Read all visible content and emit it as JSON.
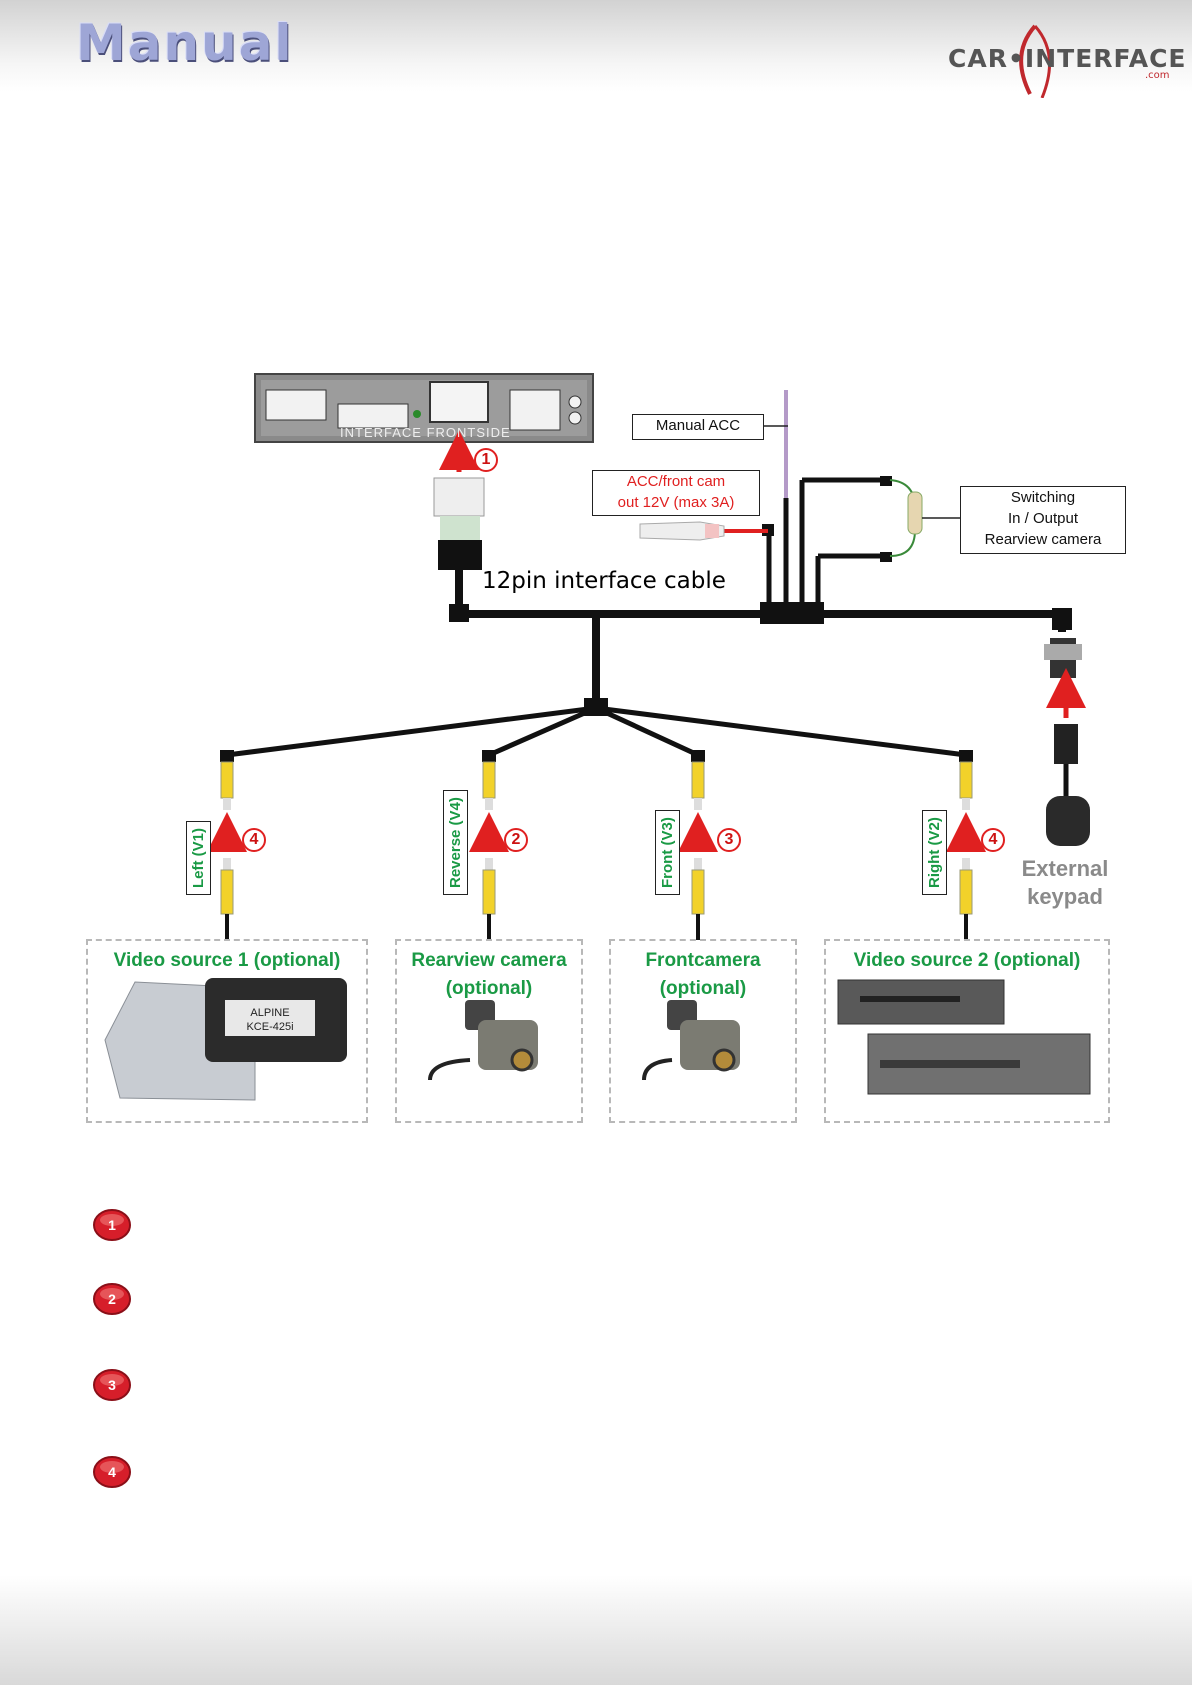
{
  "header": {
    "title": "Manual",
    "brand": "CAR•INTERFACE",
    "brand_suffix": ".com"
  },
  "interface_unit": {
    "front_label": "INTERFACE FRONTSIDE"
  },
  "cable": {
    "label": "12pin interface cable"
  },
  "boxes": {
    "manual_acc": "Manual ACC",
    "acc_line1": "ACC/front cam",
    "acc_line2": "out  12V (max 3A)",
    "switch_line1": "Switching",
    "switch_line2": "In / Output",
    "switch_line3": "Rearview camera"
  },
  "channels": [
    {
      "label": "Left (V1)",
      "badge": "4"
    },
    {
      "label": "Reverse (V4)",
      "badge": "2"
    },
    {
      "label": "Front  (V3)",
      "badge": "3"
    },
    {
      "label": "Right  (V2)",
      "badge": "4"
    }
  ],
  "sources": [
    {
      "line1": "Video source 1 (optional)",
      "line2": ""
    },
    {
      "line1": "Rearview camera",
      "line2": "(optional)"
    },
    {
      "line1": "Frontcamera",
      "line2": "(optional)"
    },
    {
      "line1": "Video source 2 (optional)",
      "line2": ""
    }
  ],
  "keypad": {
    "line1": "External",
    "line2": "keypad"
  },
  "device_marks": {
    "module_brand": "ALPINE",
    "module_model": "KCE-425i"
  },
  "step_badge": "1",
  "legend": [
    "1",
    "2",
    "3",
    "4"
  ],
  "colors": {
    "accent_red": "#e02020",
    "label_green": "#1a9a45",
    "cable_black": "#111111"
  }
}
